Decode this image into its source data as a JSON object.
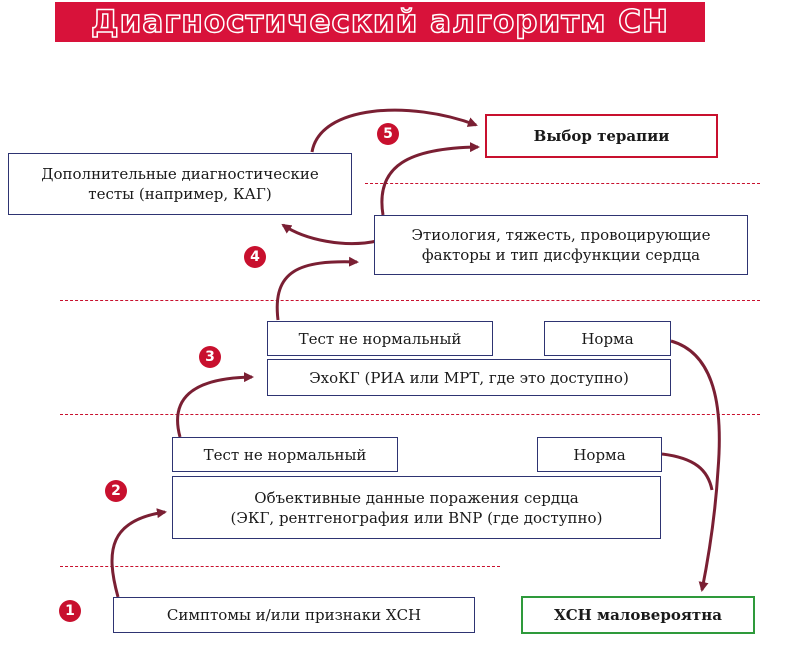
{
  "title": "Диагностический алгоритм СН",
  "steps": [
    "1",
    "2",
    "3",
    "4",
    "5"
  ],
  "boxes": {
    "therapy": "Выбор терапии",
    "extra_tests_line1": "Дополнительные диагностические",
    "extra_tests_line2": "тесты (например, КАГ)",
    "etiology_line1": "Этиология, тяжесть, провоцирующие",
    "etiology_line2": "факторы и тип дисфункции сердца",
    "abnormal_upper": "Тест не нормальный",
    "normal_upper": "Норма",
    "echo": "ЭхоКГ (РИА или МРТ, где это доступно)",
    "abnormal_lower": "Тест не нормальный",
    "normal_lower": "Норма",
    "objective_line1": "Объективные данные поражения сердца",
    "objective_line2": "(ЭКГ, рентгенография или BNP (где доступно)",
    "symptoms": "Симптомы и/или признаки ХСН",
    "unlikely": "ХСН маловероятна"
  },
  "colors": {
    "title_bg": "#d8123a",
    "box_border": "#2e3472",
    "arrow": "#7a1f33",
    "accent_red": "#c8102e",
    "accent_green": "#2e9a3b"
  }
}
